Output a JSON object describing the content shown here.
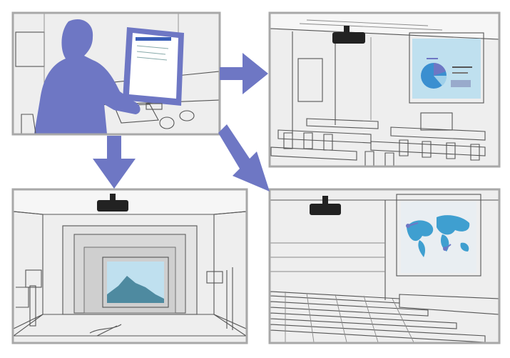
{
  "colors": {
    "accent_blue": "#6e77c4",
    "screen_blue": "#bfe0ef",
    "map_blue": "#3f9fd0",
    "mountain": "#4e8aa0",
    "frame_gray": "#a8a8a8",
    "projector": "#1f1f1f"
  },
  "panels": [
    {
      "id": "computer-desk",
      "icon": "person-at-computer"
    },
    {
      "id": "classroom",
      "icon": "projector-with-pie-chart-screen"
    },
    {
      "id": "auditorium-stage",
      "icon": "projector-with-mountain-image"
    },
    {
      "id": "lecture-hall",
      "icon": "projector-with-world-map"
    }
  ],
  "arrows": [
    {
      "from": "computer-desk",
      "to": "classroom",
      "direction": "right"
    },
    {
      "from": "computer-desk",
      "to": "auditorium-stage",
      "direction": "down"
    },
    {
      "from": "computer-desk",
      "to": "lecture-hall",
      "direction": "diagonal-down-right"
    }
  ]
}
